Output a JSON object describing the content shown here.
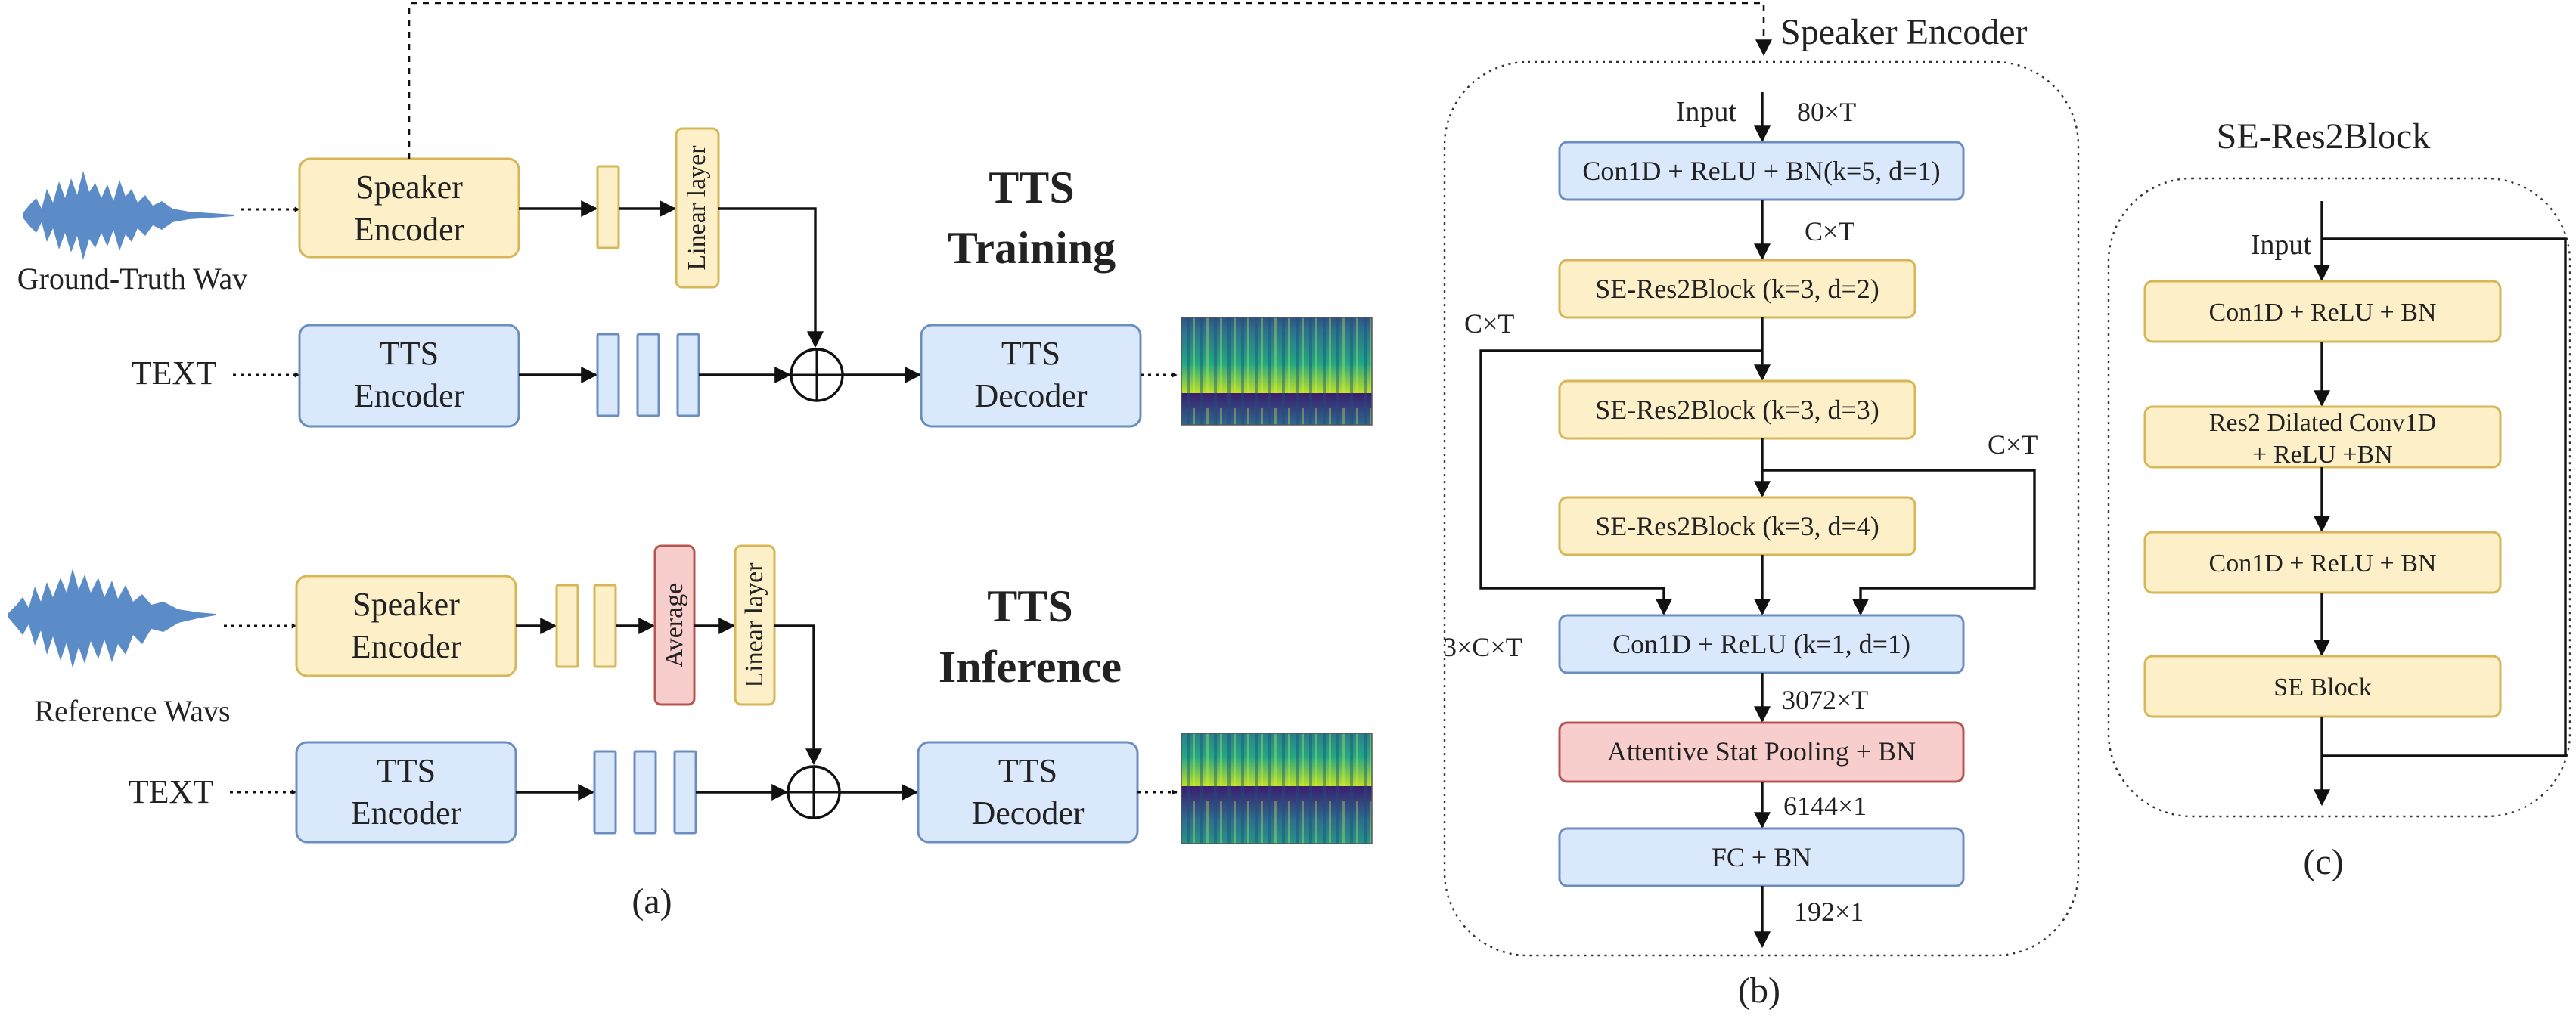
{
  "panel_a": {
    "training": {
      "wav_label": "Ground-Truth Wav",
      "speaker_encoder": [
        "Speaker",
        "Encoder"
      ],
      "linear_layer": "Linear layer",
      "text_label": "TEXT",
      "tts_encoder": [
        "TTS",
        "Encoder"
      ],
      "tts_decoder": [
        "TTS",
        "Decoder"
      ],
      "title": [
        "TTS",
        "Training"
      ]
    },
    "inference": {
      "wav_label": "Reference Wavs",
      "speaker_encoder": [
        "Speaker",
        "Encoder"
      ],
      "average": "Average",
      "linear_layer": "Linear layer",
      "text_label": "TEXT",
      "tts_encoder": [
        "TTS",
        "Encoder"
      ],
      "tts_decoder": [
        "TTS",
        "Decoder"
      ],
      "title": [
        "TTS",
        "Inference"
      ]
    },
    "caption": "(a)"
  },
  "panel_b": {
    "title": "Speaker Encoder",
    "input_label": "Input",
    "dims": {
      "input": "80×T",
      "after_conv": "C×T",
      "left_skip": "C×T",
      "right_skip": "C×T",
      "concat": "3×C×T",
      "after_fuse": "3072×T",
      "after_pool": "6144×1",
      "output": "192×1"
    },
    "blocks": {
      "conv1": "Con1D + ReLU + BN(k=5, d=1)",
      "res1": "SE-Res2Block (k=3, d=2)",
      "res2": "SE-Res2Block (k=3, d=3)",
      "res3": "SE-Res2Block (k=3, d=4)",
      "fuse": "Con1D + ReLU (k=1, d=1)",
      "pool": "Attentive Stat Pooling + BN",
      "fc": "FC + BN"
    },
    "caption": "(b)"
  },
  "panel_c": {
    "title": "SE-Res2Block",
    "input_label": "Input",
    "blocks": {
      "conv1": "Con1D + ReLU + BN",
      "res2": [
        "Res2 Dilated Conv1D",
        "+ ReLU +BN"
      ],
      "conv2": "Con1D + ReLU + BN",
      "se": "SE Block"
    },
    "caption": "(c)"
  },
  "colors": {
    "yellow_fill": "#fdf0c8",
    "yellow_stroke": "#d6b656",
    "blue_fill": "#dae8fc",
    "blue_stroke": "#6c8ebf",
    "red_fill": "#f8cecc",
    "red_stroke": "#b85450",
    "waveform": "#4a7fc1"
  }
}
